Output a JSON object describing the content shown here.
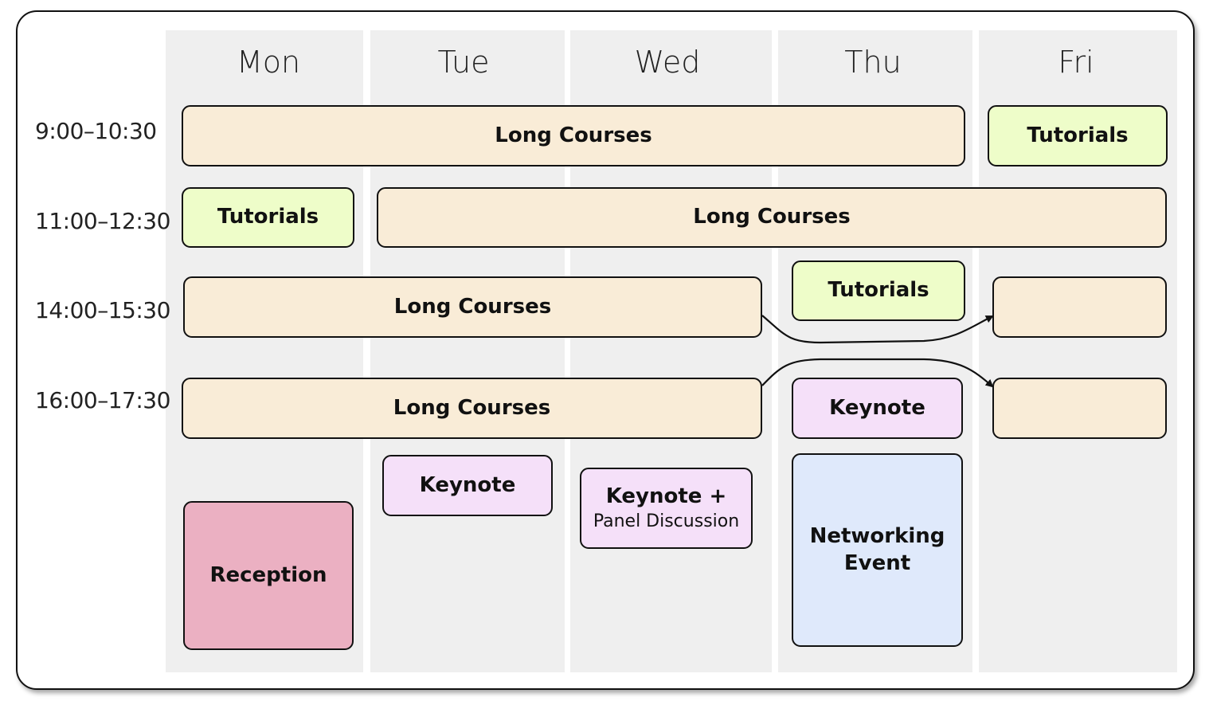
{
  "days": [
    "Mon",
    "Tue",
    "Wed",
    "Thu",
    "Fri"
  ],
  "time_slots": [
    "9:00–10:30",
    "11:00–12:30",
    "14:00–15:30",
    "16:00–17:30"
  ],
  "events": {
    "long_courses_label": "Long Courses",
    "tutorials_label": "Tutorials",
    "keynote_label": "Keynote",
    "keynote_panel_line1": "Keynote +",
    "keynote_panel_line2": "Panel Discussion",
    "networking_label": "Networking Event",
    "reception_label": "Reception"
  },
  "colors": {
    "long_courses": "#f9ecd7",
    "tutorials": "#eefdc9",
    "keynote": "#f5e0f9",
    "networking": "#dfe9fb",
    "reception": "#ebb0c2",
    "day_column": "#efefef"
  }
}
